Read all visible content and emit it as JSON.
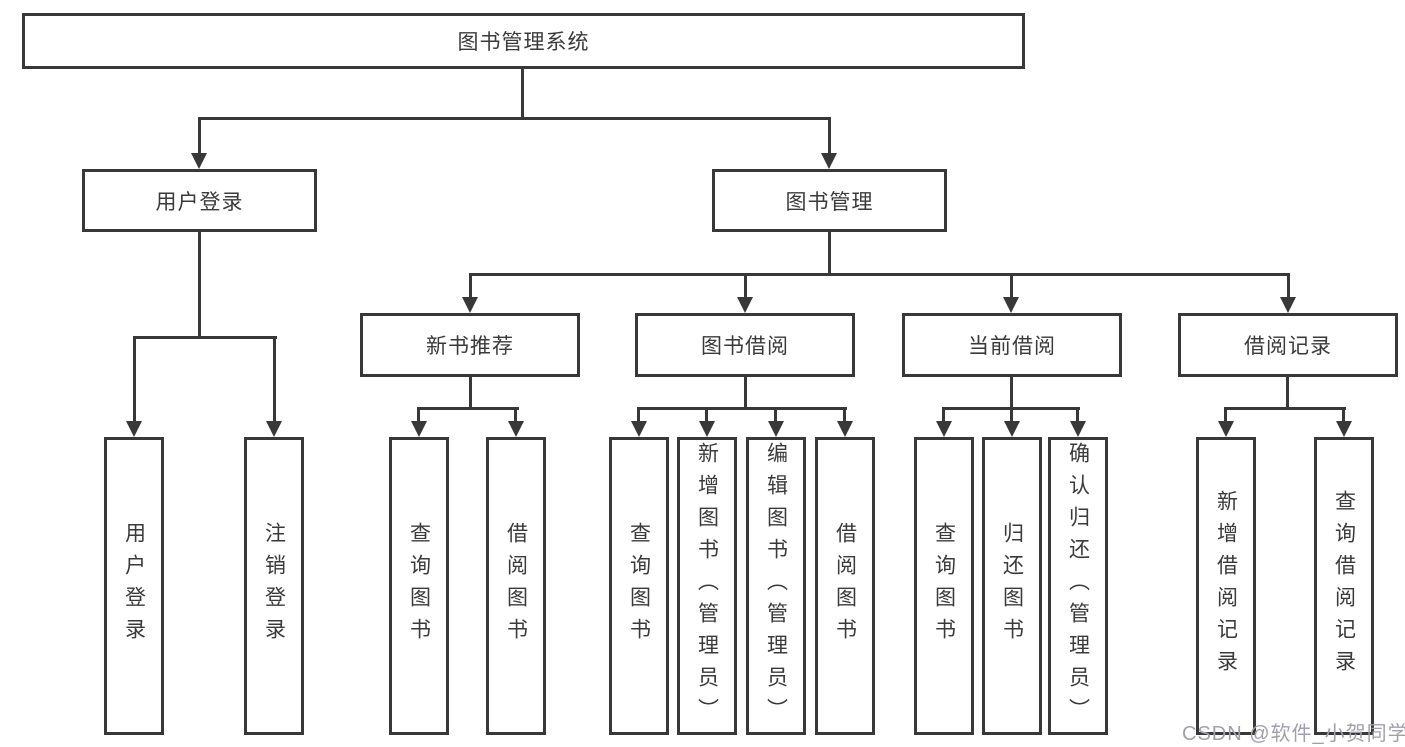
{
  "title": "图书管理系统",
  "level2": {
    "user_login": "用户登录",
    "book_management": "图书管理"
  },
  "level3": {
    "new_book_recommend": "新书推荐",
    "book_borrowing": "图书借阅",
    "current_borrowing": "当前借阅",
    "borrow_records": "借阅记录"
  },
  "leaves": {
    "user_login": [
      "用户登录",
      "注销登录"
    ],
    "new_book": [
      "查询图书",
      "借阅图书"
    ],
    "borrowing": [
      "查询图书",
      "新增图书（管理员）",
      "编辑图书（管理员）",
      "借阅图书"
    ],
    "current": [
      "查询图书",
      "归还图书",
      "确认归还（管理员）"
    ],
    "records": [
      "新增借阅记录",
      "查询借阅记录"
    ]
  },
  "watermark": "CSDN @软件_小贺同学",
  "colors": {
    "line": "#383838",
    "text": "#3a3a3a",
    "watermark": "#a0a0ac",
    "background": "#ffffff"
  }
}
